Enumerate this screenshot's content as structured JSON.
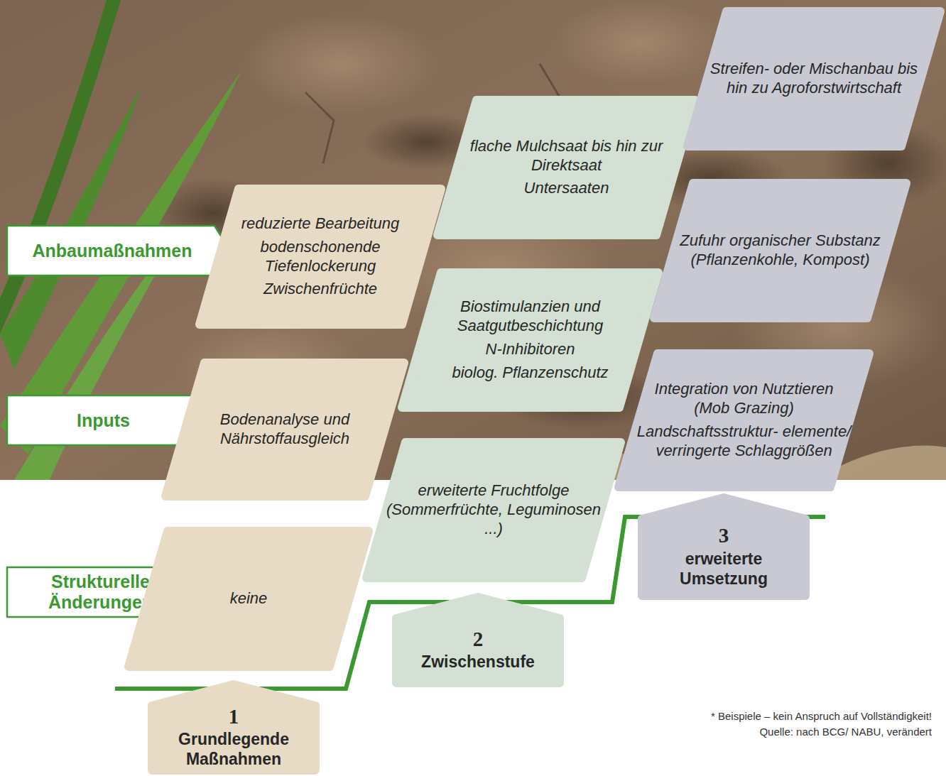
{
  "diagram": {
    "nodes": [
      {
        "text": [
          "Anbaumaßnahmen"
        ]
      },
      {
        "text": [
          "Inputs"
        ]
      },
      {
        "text": [
          "Strukturelle Änderungen"
        ]
      },
      {
        "text": [
          "reduzierte Bearbeitung",
          "bodenschonende Tiefenlockerung",
          "Zwischenfrüchte"
        ]
      },
      {
        "text": [
          "Bodenanalyse und Nährstoffausgleich"
        ]
      },
      {
        "text": [
          "keine"
        ]
      },
      {
        "text": [
          "flache Mulchsaat bis hin zur Direktsaat",
          "Untersaaten"
        ]
      },
      {
        "text": [
          "Biostimulanzien und Saatgutbeschichtung",
          "N-Inhibitoren",
          "biolog. Pflanzenschutz"
        ]
      },
      {
        "text": [
          "erweiterte Fruchtfolge (Sommerfrüchte, Leguminosen ...)"
        ]
      },
      {
        "text": [
          "Streifen- oder Mischanbau bis hin zu Agroforstwirtschaft"
        ]
      },
      {
        "text": [
          "Zufuhr organischer Substanz (Pflanzenkohle, Kompost)"
        ]
      },
      {
        "text": [
          "Integration von Nutztieren (Mob Grazing)",
          "Landschaftsstruktur- elemente/ verringerte Schlaggrößen"
        ]
      },
      {
        "text": [
          "1",
          "Grundlegende Maßnahmen"
        ]
      },
      {
        "text": [
          "2",
          "Zwischenstufe"
        ]
      },
      {
        "text": [
          "3",
          "erweiterte Umsetzung"
        ]
      }
    ],
    "labels": [
      "* Beispiele – kein Anspruch auf Vollständigkeit!",
      "Quelle: nach BCG/ NABU, verändert"
    ]
  }
}
